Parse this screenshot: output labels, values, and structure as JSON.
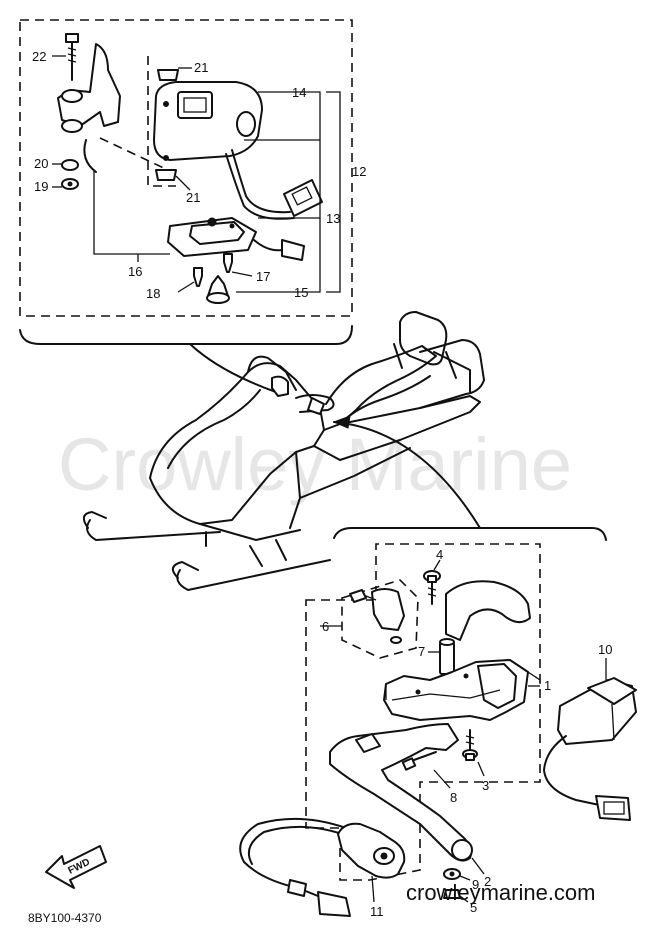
{
  "watermark": "Crowley Marine",
  "website": "crowleymarine.com",
  "diagram_code": "8BY100-4370",
  "fwd_label": "FWD",
  "callouts": {
    "c1": "1",
    "c2": "2",
    "c3": "3",
    "c4": "4",
    "c5": "5",
    "c6": "6",
    "c7": "7",
    "c8": "8",
    "c9": "9",
    "c10": "10",
    "c11": "11",
    "c12": "12",
    "c13": "13",
    "c14": "14",
    "c15": "15",
    "c16": "16",
    "c17": "17",
    "c18": "18",
    "c19": "19",
    "c20": "20",
    "c21a": "21",
    "c21b": "21",
    "c22": "22"
  }
}
